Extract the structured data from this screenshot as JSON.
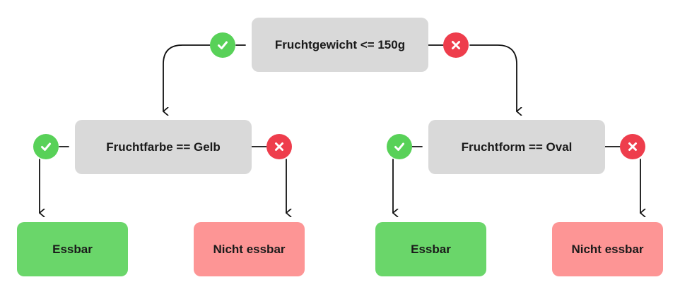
{
  "decision_tree": {
    "root": {
      "label": "Fruchtgewicht <= 150g"
    },
    "left_decision": {
      "label": "Fruchtfarbe == Gelb"
    },
    "right_decision": {
      "label": "Fruchtform == Oval"
    },
    "leaves": {
      "left_yes": "Essbar",
      "left_no": "Nicht essbar",
      "right_yes": "Essbar",
      "right_no": "Nicht essbar"
    }
  },
  "colors": {
    "decision_fill": "#d9d9d9",
    "yes_leaf_fill": "#6ad66a",
    "no_leaf_fill": "#fd9595",
    "yes_badge": "#58d158",
    "no_badge": "#ee3d4c",
    "connector": "#111111"
  },
  "icons": {
    "yes": "check-icon",
    "no": "x-icon"
  }
}
